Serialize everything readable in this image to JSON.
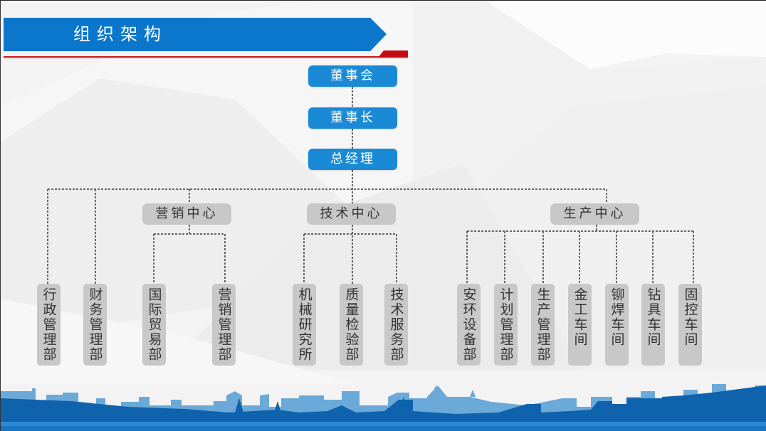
{
  "header": {
    "title": "组织架构"
  },
  "org": {
    "executives": [
      "董事会",
      "董事长",
      "总经理"
    ],
    "direct_departments": [
      "行政管理部",
      "财务管理部"
    ],
    "centers": [
      {
        "label": "营销中心",
        "departments": [
          "国际贸易部",
          "营销管理部"
        ]
      },
      {
        "label": "技术中心",
        "departments": [
          "机械研究所",
          "质量检验部",
          "技术服务部"
        ]
      },
      {
        "label": "生产中心",
        "departments": [
          "安环设备部",
          "计划管理部",
          "生产管理部",
          "金工车间",
          "铆焊车间",
          "钻具车间",
          "固控车间"
        ]
      }
    ]
  },
  "colors": {
    "banner_blue": "#0a77cc",
    "executive_blue": "#1a8ad6",
    "accent_red": "#c8141c",
    "box_grey": "#c8c8c8",
    "connector": "#666666",
    "skyline_dark": "#0f62ac",
    "skyline_light": "#6aa9d8"
  }
}
